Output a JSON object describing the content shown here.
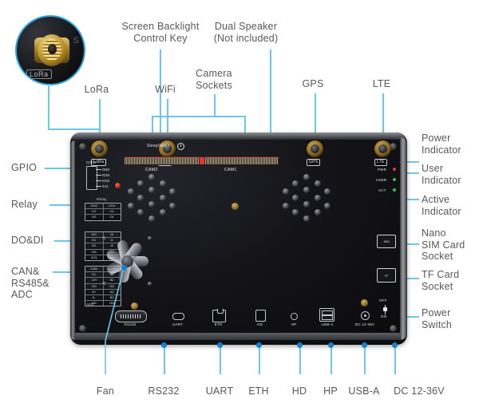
{
  "meta": {
    "diagram_title": "Annotated hardware board layout",
    "accent_line_color": "#6ec7e8",
    "accent_dot_color": "#1384d2",
    "inset_ring_color": "#29a8e0",
    "label_text_color": "#58585a"
  },
  "callouts": {
    "screen_backlight": "Screen Backlight\nControl Key",
    "dual_speaker": "Dual Speaker\n(Not included)",
    "camera_sockets": "Camera\nSockets",
    "lora": "LoRa",
    "wifi": "WiFi",
    "gps": "GPS",
    "lte": "LTE",
    "gpio": "GPIO",
    "relay": "Relay",
    "do_di": "DO&DI",
    "can_rs485_adc": "CAN&\nRS485&\nADC",
    "power_indicator": "Power\nIndicator",
    "user_indicator": "User\nIndicator",
    "active_indicator": "Active\nIndicator",
    "nano_sim": "Nano\nSIM Card\nSocket",
    "tf_card": "TF Card\nSocket",
    "power_switch": "Power\nSwitch",
    "fan": "Fan",
    "rs232": "RS232",
    "uart": "UART",
    "eth": "ETH",
    "hd": "HD",
    "hp": "HP",
    "usb_a": "USB-A",
    "dc_in": "DC 12-36V"
  },
  "board_silkscreen": {
    "lora": "LoRa",
    "wifi": "WiFi",
    "gps": "GPS",
    "lte": "LTE",
    "sleep_wake": "Sleep/Wake",
    "cam2": "CAM2",
    "cam1": "CAM1",
    "inset_label": "LoRa",
    "inset_ghost": "S"
  },
  "gpio_header": {
    "name": "GPIO",
    "pins": [
      "GND",
      "IO16",
      "IO22",
      "3V3"
    ]
  },
  "relay_block": {
    "name": "Relay",
    "columns": [
      {
        "header": "CH2",
        "cells": [
          "C2",
          "O2"
        ]
      },
      {
        "header": "CH1",
        "cells": [
          "C1",
          "O1"
        ]
      }
    ]
  },
  "do_di_block": {
    "columns": [
      {
        "header": "DO",
        "cells": [
          "D1",
          "D2",
          "GD",
          "3V3"
        ]
      },
      {
        "header": "DI",
        "cells": [
          "I1",
          "I2",
          "GD",
          "3V"
        ]
      }
    ]
  },
  "can_rs485_block": {
    "footer": "ADC",
    "columns": [
      {
        "header": "CAN",
        "cells": [
          "CL",
          "CH",
          "GD",
          "A+",
          "A-",
          "GD"
        ]
      },
      {
        "header": "RS485",
        "cells": [
          "A1",
          "B1",
          "GD",
          "A2",
          "B2",
          "GD"
        ]
      }
    ]
  },
  "indicators": [
    {
      "label": "PWR",
      "color": "#e0392a"
    },
    {
      "label": "USER",
      "color": "#2fbf5a"
    },
    {
      "label": "ACT",
      "color": "#2fbf5a"
    }
  ],
  "card_sockets": {
    "sim_label": "SIM",
    "tf_label": "TF"
  },
  "power_switch": {
    "off": "OFF",
    "on": "ON"
  },
  "bottom_ports": [
    {
      "silk": "RS232",
      "label": "RS232",
      "icon": "db9-icon"
    },
    {
      "silk": "UART",
      "label": "UART",
      "icon": "usb-c-icon"
    },
    {
      "silk": "ETH",
      "label": "ETH",
      "icon": "rj45-icon"
    },
    {
      "silk": "HD",
      "label": "HD",
      "icon": "hdmi-icon"
    },
    {
      "silk": "HP",
      "label": "HP",
      "icon": "audio-jack-icon"
    },
    {
      "silk": "USB-A",
      "label": "USB-A",
      "icon": "usb-a-icon"
    },
    {
      "silk": "DC 12-36V",
      "label": "DC 12-36V",
      "icon": "dc-jack-icon"
    }
  ],
  "bottom_label_row": [
    "Fan",
    "RS232",
    "UART",
    "ETH",
    "HD",
    "HP",
    "USB-A",
    "DC 12-36V"
  ]
}
